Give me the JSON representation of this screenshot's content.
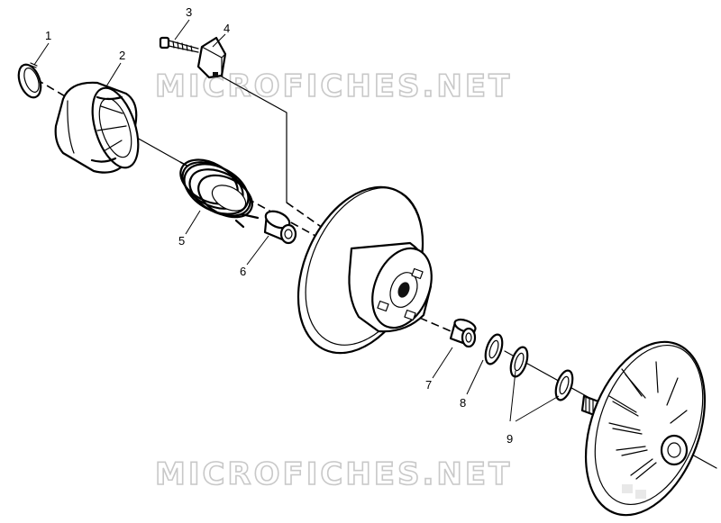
{
  "watermarks": [
    "MICROFICHES.NET",
    "MICROFICHES.NET"
  ],
  "callouts": [
    "1",
    "2",
    "3",
    "4",
    "5",
    "6",
    "7",
    "8",
    "9"
  ]
}
